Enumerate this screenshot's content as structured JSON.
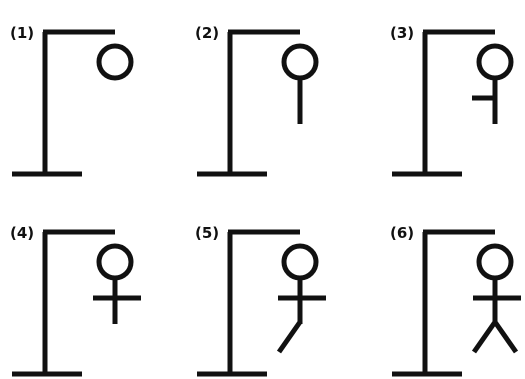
{
  "diagram": {
    "colors": {
      "ink": "#111111",
      "background": "#ffffff"
    },
    "stages": [
      {
        "label": "(1)",
        "parts": [
          "gallows",
          "head"
        ]
      },
      {
        "label": "(2)",
        "parts": [
          "gallows",
          "head",
          "body"
        ]
      },
      {
        "label": "(3)",
        "parts": [
          "gallows",
          "head",
          "body",
          "left-arm"
        ]
      },
      {
        "label": "(4)",
        "parts": [
          "gallows",
          "head",
          "body",
          "left-arm",
          "right-arm"
        ]
      },
      {
        "label": "(5)",
        "parts": [
          "gallows",
          "head",
          "body",
          "left-arm",
          "right-arm",
          "left-leg"
        ]
      },
      {
        "label": "(6)",
        "parts": [
          "gallows",
          "head",
          "body",
          "left-arm",
          "right-arm",
          "left-leg",
          "right-leg"
        ]
      }
    ]
  }
}
